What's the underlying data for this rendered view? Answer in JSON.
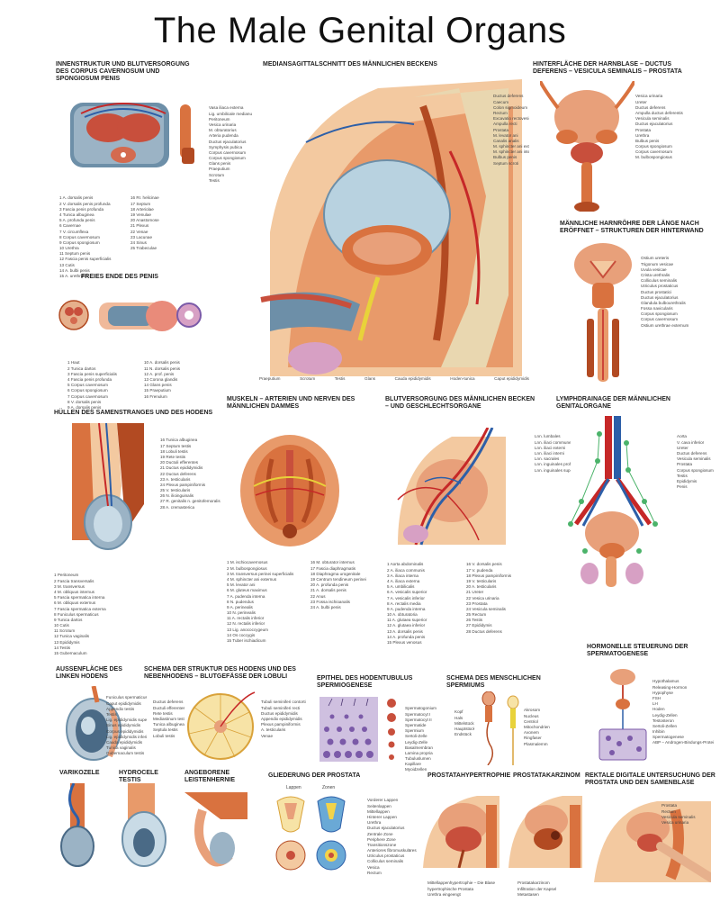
{
  "title": "The Male Genital Organs",
  "panels": {
    "innenstruktur": "INNENSTRUKTUR UND BLUTVERSORGUNG DES CORPUS CAVERNOSUM UND SPONGIOSUM PENIS",
    "medianschnitt": "MEDIANSAGITTALSCHNITT DES MÄNNLICHEN BECKENS",
    "hinterflaeche": "HINTERFLÄCHE DER HARNBLASE – DUCTUS DEFERENS – VESICULA SEMINALIS – PROSTATA",
    "harnroehre": "MÄNNLICHE HARNRÖHRE DER LÄNGE NACH ERÖFFNET – STRUKTUREN DER HINTERWAND",
    "freies_ende": "FREIES ENDE DES PENIS",
    "huellen": "HÜLLEN DES SAMENSTRANGES UND DES HODENS",
    "muskeln": "MUSKELN – ARTERIEN UND NERVEN DES MÄNNLICHEN DAMMES",
    "blutversorgung": "BLUTVERSORGUNG DES MÄNNLICHEN BECKEN – UND GESCHLECHTSORGANE",
    "lymph": "LYMPHDRAINAGE DER MÄNNLICHEN GENITALORGANE",
    "aussenflaeche": "AUSSENFLÄCHE DES LINKEN HODENS",
    "schema_hoden": "SCHEMA DER STRUKTUR DES HODENS UND DES NEBENHODENS – BLUTGEFÄSSE DER LOBULI",
    "epithel": "EPITHEL DES HODENTUBULUS SPERMIOGENESE",
    "spermium": "SCHEMA DES MENSCHLICHEN SPERMIUMS",
    "hormonell": "HORMONELLE STEUERUNG DER SPERMATOGENESE",
    "varikozele": "VARIKOZELE",
    "hydrocele": "HYDROCELE TESTIS",
    "leistenhernie": "ANGEBORENE LEISTENHERNIE",
    "gliederung": "GLIEDERUNG DER PROSTATA",
    "hypertrophie": "PROSTATAHYPERTROPHIE",
    "karzinom": "PROSTATAKARZINOM",
    "rektal": "REKTALE DIGITALE UNTERSUCHUNG DER PROSTATA UND DEN SAMENBLASE"
  },
  "medianschnitt_labels_right": [
    "Ductus deferens",
    "Caecum",
    "Colon sigmoideum",
    "Rectum",
    "Excavatio rectovesicalis",
    "Ampulla recti",
    "Prostata",
    "M. levator ani",
    "Canalis analis",
    "M. sphincter ani externus",
    "M. sphincter ani internus",
    "Bulbus penis",
    "Septum scroti"
  ],
  "medianschnitt_labels_left": [
    "Vasa iliaca externa",
    "Lig. umbilicale medianum",
    "Peritoneum",
    "Vesica urinaria",
    "M. obturatorius",
    "Arteria pudenda",
    "Ductus ejaculatorius",
    "Symphysis pubica",
    "Corpus cavernosum",
    "Corpus spongiosum",
    "Glans penis",
    "Praeputium",
    "Scrotum",
    "Testis"
  ],
  "medianschnitt_labels_bottom": [
    "Praeputium",
    "Scrotum",
    "Testis",
    "Glans",
    "Cauda epididymidis",
    "Hoden-tunica",
    "Caput epididymidis"
  ],
  "innenstruktur_labels": [
    "1 A. dorsalis penis",
    "2 V. dorsalis penis profunda",
    "3 Fascia penis profunda",
    "4 Tunica albuginea",
    "5 A. profunda penis",
    "6 Cavernae",
    "7 V. circumflexa",
    "8 Corpus cavernosum",
    "9 Corpus spongiosum",
    "10 Urethra",
    "11 Septum penis",
    "12 Fascia penis superficialis",
    "13 Cutis",
    "14 A. bulbi penis",
    "15 A. urethralis"
  ],
  "innenstruktur_labels_b": [
    "16 Rr. helicinae",
    "17 Septum",
    "18 Arteriolae",
    "19 Venulae",
    "20 Anastomose",
    "21 Plexus",
    "22 Venae",
    "23 Lacunae",
    "24 Sinus",
    "25 Trabeculae"
  ],
  "freies_ende_labels": [
    "1 Haut",
    "2 Tunica dartos",
    "3 Fascia penis superficialis",
    "4 Fascia penis profunda",
    "5 Corpus cavernosum",
    "6 Corpus spongiosum",
    "7 Corpus cavernosum",
    "8 V. dorsalis penis",
    "9 A. dorsalis penis"
  ],
  "freies_ende_labels_b": [
    "10 A. dorsalis penis",
    "11 N. dorsalis penis",
    "12 A. prof. penis",
    "13 Corona glandis",
    "14 Glans penis",
    "15 Praeputium",
    "16 Frenulum"
  ],
  "hinterflaeche_labels": [
    "Vesica urinaria",
    "Ureter",
    "Ductus deferens",
    "Ampulla ductus deferentis",
    "Vesicula seminalis",
    "Ductus ejaculatorius",
    "Prostata",
    "Urethra",
    "Bulbus penis",
    "Corpus spongiosum",
    "Corpus cavernosum",
    "M. bulbospongiosus"
  ],
  "harnroehre_labels": [
    "Ostium ureteris",
    "Trigonum vesicae",
    "Uvula vesicae",
    "Crista urethralis",
    "Colliculus seminalis",
    "Utriculus prostaticus",
    "Ductus prostatici",
    "Ductus ejaculatorius",
    "Glandula bulbourethralis",
    "Fossa navicularis",
    "Corpus spongiosum",
    "Corpus cavernosum",
    "Ostium urethrae externum"
  ],
  "huellen_labels": [
    "1 Peritoneum",
    "2 Fascia transversalis",
    "3 M. transversus",
    "4 M. obliquus internus",
    "5 Fascia spermatica interna",
    "6 M. obliquus externus",
    "7 Fascia spermatica externa",
    "8 Funiculus spermaticus",
    "9 Tunica dartos",
    "10 Cutis",
    "11 Scrotum",
    "12 Tunica vaginalis",
    "13 Epididymis",
    "14 Testis",
    "15 Gubernaculum"
  ],
  "huellen_labels_b": [
    "16 Tunica albuginea",
    "17 Septum testis",
    "18 Lobuli testis",
    "19 Rete testis",
    "20 Ductuli efferentes",
    "21 Ductus epididymidis",
    "22 Ductus deferens",
    "23 A. testicularis",
    "24 Plexus pampiniformis",
    "25 V. testicularis",
    "26 N. ilioinguinalis",
    "27 R. genitalis n. genitofemoralis",
    "28 A. cremasterica"
  ],
  "muskeln_labels": [
    "1 M. ischiocavernosus",
    "2 M. bulbospongiosus",
    "3 M. transversus perinei superficialis",
    "4 M. sphincter ani externus",
    "5 M. levator ani",
    "6 M. gluteus maximus",
    "7 A. pudenda interna",
    "8 N. pudendus",
    "9 A. perinealis",
    "10 N. perinealis",
    "11 A. rectalis inferior",
    "12 N. rectalis inferior",
    "13 Lig. anococcygeum",
    "14 Os coccygis",
    "15 Tuber ischiadicum"
  ],
  "muskeln_labels_b": [
    "16 M. obturator internus",
    "17 Fascia diaphragmatis",
    "18 Diaphragma urogenitale",
    "19 Centrum tendineum perinei",
    "20 A. profunda penis",
    "21 A. dorsalis penis",
    "22 Anus",
    "23 Fossa ischioanalis",
    "24 A. bulbi penis"
  ],
  "blut_labels": [
    "1 Aorta abdominalis",
    "2 A. iliaca communis",
    "3 A. iliaca interna",
    "4 A. iliaca externa",
    "5 A. umbilicalis",
    "6 A. vesicalis superior",
    "7 A. vesicalis inferior",
    "8 A. rectalis media",
    "9 A. pudenda interna",
    "10 A. obturatoria",
    "11 A. glutaea superior",
    "12 A. glutaea inferior",
    "13 A. dorsalis penis",
    "14 A. profunda penis",
    "15 Plexus venosus"
  ],
  "blut_labels_b": [
    "16 V. dorsalis penis",
    "17 V. pudenda",
    "18 Plexus pampiniformis",
    "19 V. testicularis",
    "20 A. testicularis",
    "21 Ureter",
    "22 Vesica urinaria",
    "23 Prostata",
    "24 Vesicula seminalis",
    "25 Rectum",
    "26 Testis",
    "27 Epididymis",
    "28 Ductus deferens"
  ],
  "lymph_labels_left": [
    "Lnn. lumbales",
    "Lnn. iliaci communes",
    "Lnn. iliaci externi",
    "Lnn. iliaci interni",
    "Lnn. sacrales",
    "Lnn. inguinales profundi",
    "Lnn. inguinales superficiales"
  ],
  "lymph_labels_right": [
    "Aorta",
    "V. cava inferior",
    "Ureter",
    "Ductus deferens",
    "Vesicula seminalis",
    "Prostata",
    "Corpus spongiosum",
    "Testis",
    "Epididymis",
    "Penis"
  ],
  "aussen_labels": [
    "Funiculus spermaticus",
    "Caput epididymidis",
    "Appendix testis",
    "Testis",
    "Lig. epididymidis superius",
    "Sinus epididymidis",
    "Corpus epididymidis",
    "Lig. epididymidis inferius",
    "Cauda epididymidis",
    "Tunica vaginalis",
    "Gubernaculum testis"
  ],
  "schema_labels": [
    "Ductus deferens",
    "Ductuli efferentes",
    "Rete testis",
    "Mediastinum testis",
    "Tunica albuginea",
    "Septula testis",
    "Lobuli testis",
    "Tubuli seminiferi contorti",
    "Tubuli seminiferi recti",
    "Ductus epididymidis",
    "Appendix epididymidis",
    "Plexus pampiniformis",
    "A. testicularis",
    "Venae"
  ],
  "epithel_labels": [
    "Spermatogonium",
    "Spermatocyt I",
    "Spermatocyt II",
    "Spermatide",
    "Spermium",
    "Sertoli-Zelle",
    "Leydig-Zelle",
    "Basalmembran",
    "Lamina propria",
    "Tubuluslumen",
    "Kapillare",
    "Myoidzellen"
  ],
  "spermium_labels": [
    "Kopf",
    "Hals",
    "Mittelstück",
    "Hauptstück",
    "Endstück",
    "Akrosom",
    "Nucleus",
    "Centriol",
    "Mitochondrien",
    "Axonem",
    "Ringfaser",
    "Plasmalemm"
  ],
  "hormon_labels": [
    "Hypothalamus",
    "Releasing-Hormon",
    "Hypophyse",
    "FSH",
    "LH",
    "Hoden",
    "Leydig-Zellen",
    "Testosteron",
    "Sertoli-Zellen",
    "Inhibin",
    "Spermatogenese",
    "ABP – Androgen-Bindungs-Protein"
  ],
  "gliederung_labels": [
    "Vorderer Lappen",
    "Seitenlappen",
    "Mittellappen",
    "Hinterer Lappen",
    "Urethra",
    "Ductus ejaculatorius",
    "Zentrale Zone",
    "Periphere Zone",
    "Transitionszone",
    "Anteriores fibromuskuläres Stroma",
    "Utriculus prostaticus",
    "Colliculus seminalis",
    "Vesica",
    "Rectum"
  ],
  "gliederung_top_labels": [
    "Lappen",
    "Zonen"
  ],
  "hypertrophie_labels": [
    "Mittellappenhypertrophie – Die Blase",
    "hypertrophische Prostata",
    "Urethra eingeengt"
  ],
  "karzinom_labels": [
    "Prostatakarzinom",
    "Infiltration der Kapsel",
    "Metastasen"
  ],
  "rektal_labels": [
    "Prostata",
    "Rectum",
    "Vesicula seminalis",
    "Vesica urinaria"
  ],
  "colors": {
    "muscle": "#d9723f",
    "muscle_dark": "#b24a22",
    "skin": "#f3c9a0",
    "artery": "#c62828",
    "vein": "#2d5fa8",
    "nerve": "#e8d23a",
    "bone": "#f1e6c8",
    "bladder": "#e8a07a",
    "lymph": "#4bb36a",
    "tubule": "#7b5aa8"
  }
}
